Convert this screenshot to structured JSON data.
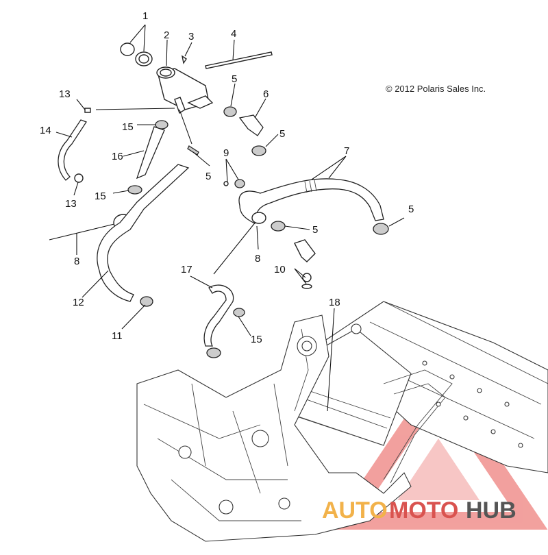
{
  "copyright": "© 2012 Polaris Sales Inc.",
  "callouts": {
    "c1": "1",
    "c2": "2",
    "c3": "3",
    "c4": "4",
    "c5a": "5",
    "c5b": "5",
    "c5c": "5",
    "c5d": "5",
    "c5e": "5",
    "c6": "6",
    "c7": "7",
    "c8a": "8",
    "c8b": "8",
    "c9": "9",
    "c10": "10",
    "c11": "11",
    "c12": "12",
    "c13a": "13",
    "c13b": "13",
    "c14": "14",
    "c15a": "15",
    "c15b": "15",
    "c15c": "15",
    "c16": "16",
    "c17": "17",
    "c18": "18"
  },
  "watermark": {
    "part1": "AUTO",
    "part2": "MOTO",
    "part3": "HUB"
  },
  "colors": {
    "watermark_triangle": "#e8544f",
    "watermark_auto": "#f2b24a",
    "watermark_hub": "#555555"
  }
}
